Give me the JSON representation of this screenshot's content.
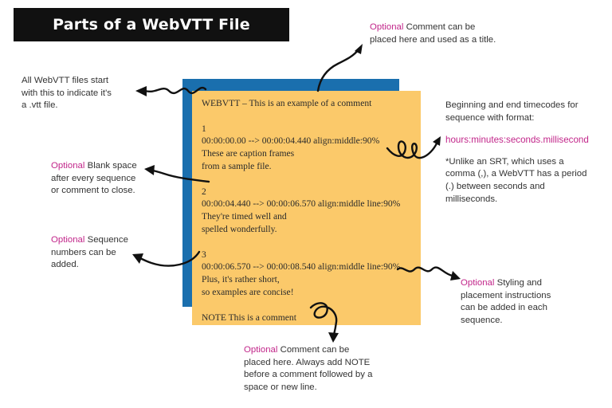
{
  "title": "Parts of a WebVTT File",
  "file_lines": [
    "WEBVTT – This is an example of a comment",
    "",
    "1",
    "00:00:00.00 --> 00:00:04.440 align:middle:90%",
    "These are caption frames",
    "from a sample file.",
    "",
    "2",
    "00:00:04.440 --> 00:00:06.570 align:middle line:90%",
    "They're timed well and",
    "spelled wonderfully.",
    "",
    "3",
    "00:00:06.570 --> 00:00:08.540 align:middle line:90%",
    "Plus, it's rather short,",
    "so examples are concise!",
    "",
    "NOTE This is a comment"
  ],
  "annotations": {
    "title_comment": {
      "optional": "Optional",
      "line1": " Comment can be",
      "line2": "placed here and used as a title."
    },
    "header": {
      "line1": "All WebVTT files start",
      "line2": "with this to indicate it's",
      "line3": "a .vtt file."
    },
    "timecodes": {
      "line1": "Beginning and end timecodes for",
      "line2": "sequence with format:",
      "format": "hours:minutes:seconds.millisecond",
      "note1": "*Unlike an SRT, which uses a",
      "note2": "comma (,), a WebVTT has a period",
      "note3": "(.) between seconds and",
      "note4": "milliseconds."
    },
    "blank_space": {
      "optional": "Optional",
      "line1": " Blank space",
      "line2": "after every sequence",
      "line3": "or comment to close."
    },
    "sequence_numbers": {
      "optional": "Optional",
      "line1": " Sequence",
      "line2": "numbers can be",
      "line3": "added."
    },
    "styling": {
      "optional": "Optional",
      "line1": " Styling and",
      "line2": "placement instructions",
      "line3": "can be added in each",
      "line4": "sequence."
    },
    "note_comment": {
      "optional": "Optional",
      "line1": " Comment can be",
      "line2": "placed here. Always add NOTE",
      "line3": "before a comment followed by a",
      "line4": "space or new line."
    }
  },
  "colors": {
    "highlight": "#c2268a",
    "paper": "#fbc96a",
    "back_panel": "#1a6fae",
    "title_bg": "#111111"
  }
}
